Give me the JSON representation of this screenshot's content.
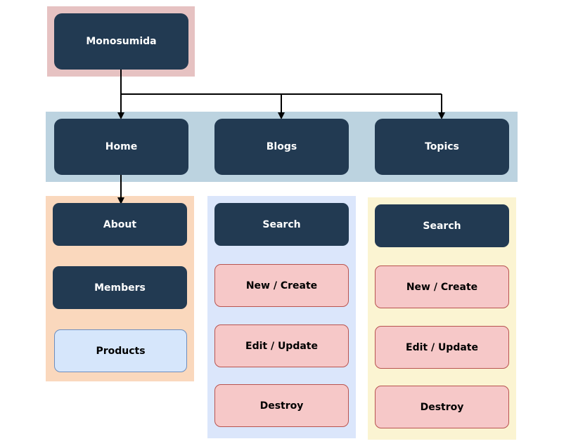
{
  "colors": {
    "root_zone": "#e6c2c2",
    "nav_zone": "#bcd3e0",
    "home_zone": "#fad8bd",
    "blogs_zone": "#dbe6fb",
    "topics_zone": "#fbf4d2",
    "dark_node": "#223a52",
    "action_node": "#f6c8c8",
    "highlight_node": "#d6e6fb",
    "arrow": "#000000"
  },
  "root": {
    "label": "Monosumida"
  },
  "nav": {
    "home": "Home",
    "blogs": "Blogs",
    "topics": "Topics"
  },
  "home_pages": {
    "about": "About",
    "members": "Members",
    "products": "Products"
  },
  "blogs_pages": {
    "search": "Search",
    "new_create": "New / Create",
    "edit_update": "Edit / Update",
    "destroy": "Destroy"
  },
  "topics_pages": {
    "search": "Search",
    "new_create": "New / Create",
    "edit_update": "Edit / Update",
    "destroy": "Destroy"
  }
}
